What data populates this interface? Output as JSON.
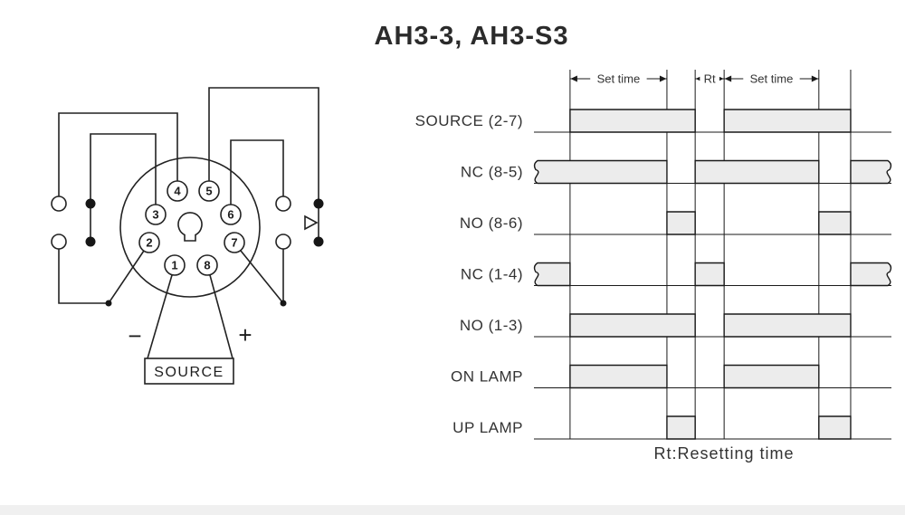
{
  "title": "AH3-3, AH3-S3",
  "socket": {
    "pins": [
      "1",
      "2",
      "3",
      "4",
      "5",
      "6",
      "7",
      "8"
    ],
    "minus_label": "−",
    "plus_label": "+",
    "source_label": "SOURCE"
  },
  "chart_data": {
    "type": "timing-diagram",
    "title": "AH3-3, AH3-S3 operation timing chart",
    "x_unit": "percent of visible timeline",
    "time_points": {
      "start": 0,
      "power_on_1": 10.1,
      "time_up_1": 37.2,
      "power_off_1": 45.1,
      "power_on_2": 53.2,
      "time_up_2": 79.7,
      "power_off_2": 88.6,
      "end": 100
    },
    "gridlines": [
      10.1,
      37.2,
      45.1,
      53.2,
      79.7,
      88.6
    ],
    "annotations": [
      {
        "label": "Set time",
        "from": 10.1,
        "to": 37.2
      },
      {
        "label": "Rt",
        "from": 45.1,
        "to": 53.2
      },
      {
        "label": "Set time",
        "from": 53.2,
        "to": 79.7
      }
    ],
    "rows": [
      {
        "label": "SOURCE (2-7)",
        "bars": [
          {
            "from": 10.1,
            "to": 45.1
          },
          {
            "from": 53.2,
            "to": 88.6
          }
        ]
      },
      {
        "label": "NC (8-5)",
        "bars": [
          {
            "from": 0,
            "to": 37.2,
            "torn_left": true
          },
          {
            "from": 45.1,
            "to": 79.7
          },
          {
            "from": 88.6,
            "to": 100,
            "torn_right": true
          }
        ]
      },
      {
        "label": "NO (8-6)",
        "bars": [
          {
            "from": 37.2,
            "to": 45.1
          },
          {
            "from": 79.7,
            "to": 88.6
          }
        ]
      },
      {
        "label": "NC (1-4)",
        "bars": [
          {
            "from": 0,
            "to": 10.1,
            "torn_left": true
          },
          {
            "from": 45.1,
            "to": 53.2
          },
          {
            "from": 88.6,
            "to": 100,
            "torn_right": true
          }
        ]
      },
      {
        "label": "NO (1-3)",
        "bars": [
          {
            "from": 10.1,
            "to": 45.1
          },
          {
            "from": 53.2,
            "to": 88.6
          }
        ]
      },
      {
        "label": "ON LAMP",
        "bars": [
          {
            "from": 10.1,
            "to": 37.2
          },
          {
            "from": 53.2,
            "to": 79.7
          }
        ]
      },
      {
        "label": "UP LAMP",
        "bars": [
          {
            "from": 37.2,
            "to": 45.1
          },
          {
            "from": 79.7,
            "to": 88.6
          }
        ]
      }
    ],
    "footnote": "Rt:Resetting time",
    "bar_fill": "#ececec",
    "line_color": "#1a1a1a",
    "legend_position": "none",
    "grid": "vertical-event-lines"
  }
}
